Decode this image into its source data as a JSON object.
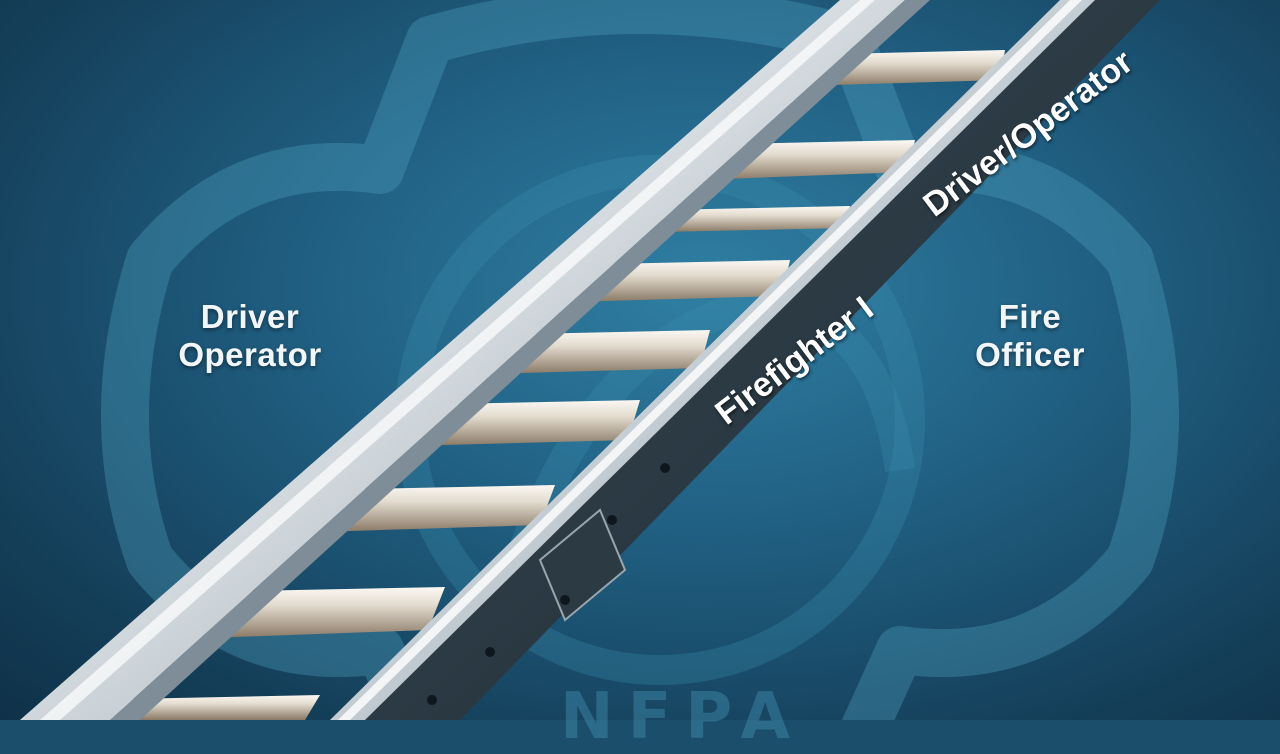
{
  "labels": {
    "left": [
      "Driver",
      "Operator"
    ],
    "right": [
      "Fire",
      "Officer"
    ]
  },
  "rail_text": {
    "lower": "Firefighter I",
    "upper": "Driver/Operator"
  },
  "watermark_text": "NFPA",
  "colors": {
    "background_center": "#2f7fa3",
    "background_edge": "#0f3149",
    "rail_light": "#f4f7f9",
    "rail_shadow": "#5d6c77",
    "rung_top": "#efeae2",
    "rung_side": "#8c7b67",
    "label_text": "#f2f6f8"
  }
}
